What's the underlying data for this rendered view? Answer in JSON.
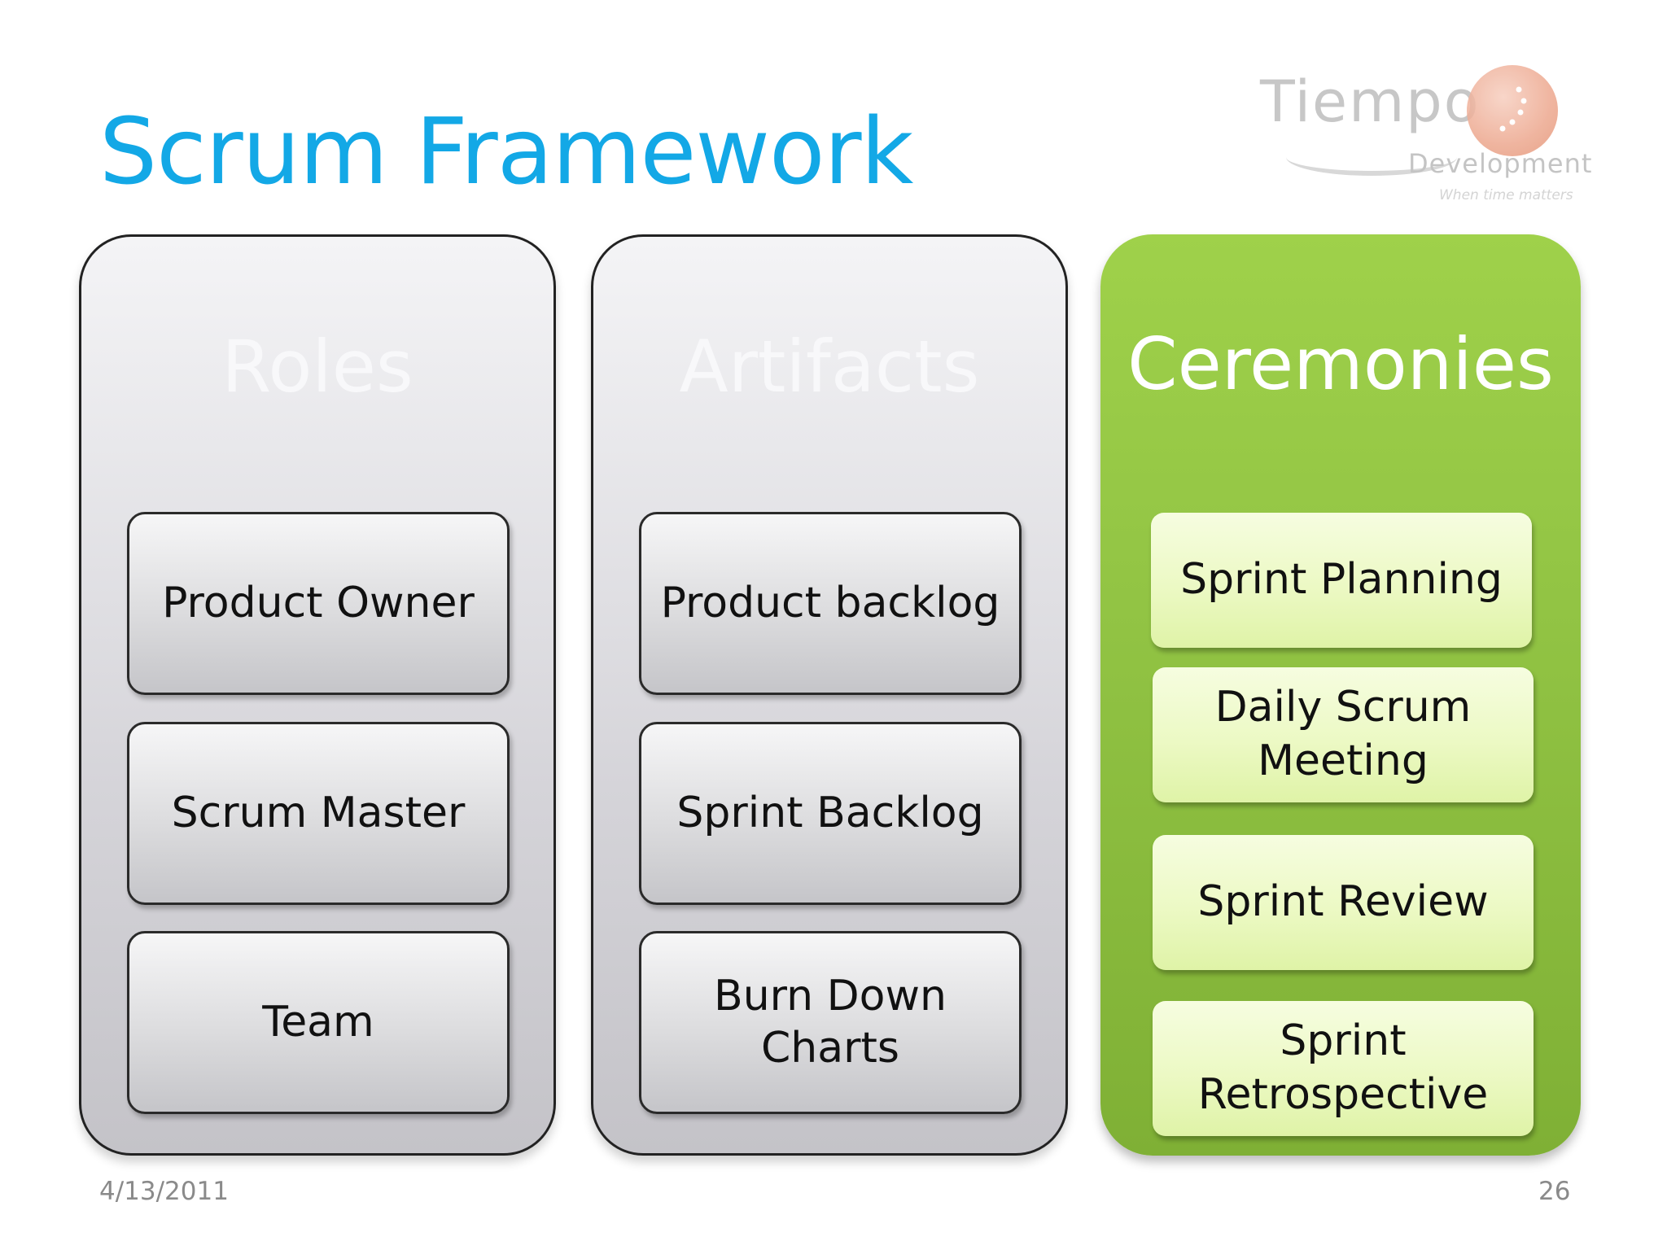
{
  "slide": {
    "title": "Scrum Framework",
    "date": "4/13/2011",
    "page_number": "26"
  },
  "logo": {
    "word": "Tiempo",
    "sub": "Development",
    "tagline": "When time matters"
  },
  "columns": [
    {
      "title": "Roles",
      "items": [
        "Product Owner",
        "Scrum Master",
        "Team"
      ]
    },
    {
      "title": "Artifacts",
      "items": [
        "Product backlog",
        "Sprint Backlog",
        "Burn Down Charts"
      ]
    },
    {
      "title": "Ceremonies",
      "items": [
        "Sprint Planning",
        "Daily Scrum Meeting",
        "Sprint Review",
        "Sprint Retrospective"
      ]
    }
  ],
  "colors": {
    "title": "#13a8e6",
    "ceremonies_panel": "#92c444",
    "ceremonies_box": "#ecf9c4",
    "grey_panel": "#d5d4d9"
  }
}
